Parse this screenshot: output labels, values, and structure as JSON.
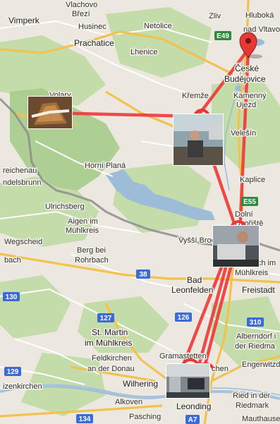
{
  "colors": {
    "land": "#ece8df",
    "forest": "#b8d59a",
    "park": "#9fca89",
    "water": "#a5c3dd",
    "road_major": "#f2c14e",
    "road_minor": "#ffffff",
    "border": "#8e8e8e",
    "route": "#ef3b3b",
    "marker": "#e53935"
  },
  "labels": [
    {
      "id": "vlachovo-brezi-1",
      "text": "Vlachovo"
    },
    {
      "id": "vlachovo-brezi-2",
      "text": "Březí"
    },
    {
      "id": "vimperk",
      "text": "Vimperk"
    },
    {
      "id": "husinec",
      "text": "Husinec"
    },
    {
      "id": "netolice",
      "text": "Netolice"
    },
    {
      "id": "zliv",
      "text": "Zliv"
    },
    {
      "id": "hluboka-1",
      "text": "Hluboká"
    },
    {
      "id": "hluboka-2",
      "text": "nad Vltavou"
    },
    {
      "id": "prachatice",
      "text": "Prachatice"
    },
    {
      "id": "lhenice",
      "text": "Lhenice"
    },
    {
      "id": "ceske-budejovice-1",
      "text": "České"
    },
    {
      "id": "ceske-budejovice-2",
      "text": "Budějovice"
    },
    {
      "id": "volary",
      "text": "Volary"
    },
    {
      "id": "krems",
      "text": "Křemže"
    },
    {
      "id": "kamenny-ujezd-1",
      "text": "Kamenný"
    },
    {
      "id": "kamenny-ujezd-2",
      "text": "Újezd"
    },
    {
      "id": "velesin",
      "text": "Velešín"
    },
    {
      "id": "horni-plana",
      "text": "Horní Planá"
    },
    {
      "id": "freichenau",
      "text": "reichenau"
    },
    {
      "id": "ndelsbrunn",
      "text": "ndelsbrunn"
    },
    {
      "id": "kaplice",
      "text": "Kaplice"
    },
    {
      "id": "ulrichsberg",
      "text": "Ulrichsberg"
    },
    {
      "id": "dolni-dvoriste-1",
      "text": "Dolní"
    },
    {
      "id": "dolni-dvoriste-2",
      "text": "Dvořiště"
    },
    {
      "id": "aigen-1",
      "text": "Aigen im"
    },
    {
      "id": "aigen-2",
      "text": "Mühlkreis"
    },
    {
      "id": "wegscheid",
      "text": "Wegscheid"
    },
    {
      "id": "vyssi-brod",
      "text": "Vyšší Brod"
    },
    {
      "id": "rainbach",
      "text": "Rainbach im"
    },
    {
      "id": "rainbach-2",
      "text": "Mühlkreis"
    },
    {
      "id": "berg-bei-1",
      "text": "Berg bei"
    },
    {
      "id": "berg-bei-2",
      "text": "Rohrbach"
    },
    {
      "id": "bach",
      "text": "bach"
    },
    {
      "id": "bad-leonfelden-1",
      "text": "Bad"
    },
    {
      "id": "bad-leonfelden-2",
      "text": "Leonfelden"
    },
    {
      "id": "freistadt",
      "text": "Freistadt"
    },
    {
      "id": "st-martin-1",
      "text": "St. Martin"
    },
    {
      "id": "st-martin-2",
      "text": "im Mühlkreis"
    },
    {
      "id": "alberndorf-1",
      "text": "Alberndorf i"
    },
    {
      "id": "alberndorf-2",
      "text": "der Riedma"
    },
    {
      "id": "gramastetten",
      "text": "Gramastetten"
    },
    {
      "id": "feldkirchen-1",
      "text": "Feldkirchen"
    },
    {
      "id": "feldkirchen-2",
      "text": "an der Donau"
    },
    {
      "id": "chen",
      "text": "chen"
    },
    {
      "id": "engerwitzd",
      "text": "Engerwitzd"
    },
    {
      "id": "wilhering",
      "text": "Wilhering"
    },
    {
      "id": "izenkirchen",
      "text": "izenkirchen"
    },
    {
      "id": "ried-1",
      "text": "Ried in der"
    },
    {
      "id": "ried-2",
      "text": "Riedmark"
    },
    {
      "id": "alkoven",
      "text": "Alkoven"
    },
    {
      "id": "leonding",
      "text": "Leonding"
    },
    {
      "id": "pasching",
      "text": "Pasching"
    },
    {
      "id": "mauthausen",
      "text": "Mauthause"
    }
  ],
  "road_shields": [
    {
      "id": "e49",
      "text": "E49",
      "color": "#2e8b3e"
    },
    {
      "id": "e55",
      "text": "E55",
      "color": "#2e8b3e"
    },
    {
      "id": "r38",
      "text": "38",
      "color": "#3b6cd6"
    },
    {
      "id": "r130",
      "text": "130",
      "color": "#3b6cd6"
    },
    {
      "id": "r127",
      "text": "127",
      "color": "#3b6cd6"
    },
    {
      "id": "r126",
      "text": "126",
      "color": "#3b6cd6"
    },
    {
      "id": "r310",
      "text": "310",
      "color": "#3b6cd6"
    },
    {
      "id": "r129",
      "text": "129",
      "color": "#3b6cd6"
    },
    {
      "id": "r134",
      "text": "134",
      "color": "#3b6cd6"
    },
    {
      "id": "a7",
      "text": "A7",
      "color": "#3b6cd6"
    }
  ],
  "photos": [
    {
      "id": "photo-volary",
      "icon": "tree-stump-photo"
    },
    {
      "id": "photo-krumlov",
      "icon": "person-photo"
    },
    {
      "id": "photo-border",
      "icon": "car-photo"
    },
    {
      "id": "photo-linz",
      "icon": "street-photo"
    }
  ]
}
